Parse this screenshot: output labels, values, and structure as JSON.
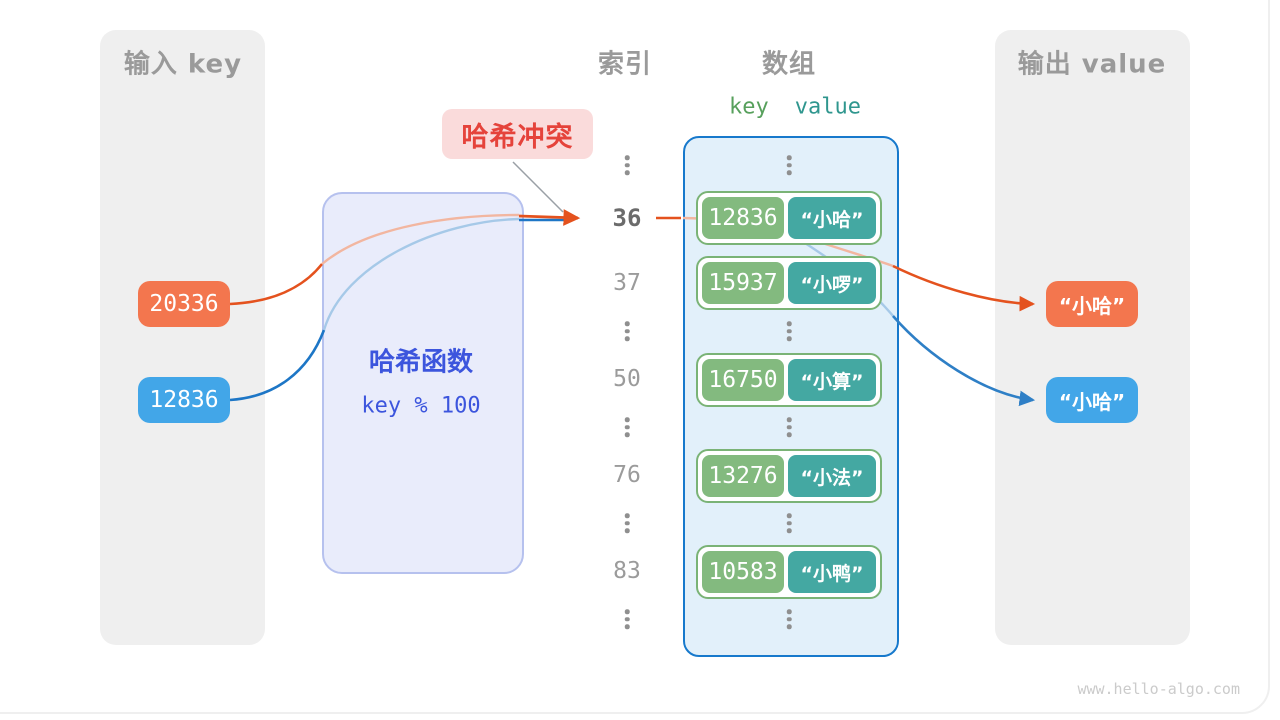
{
  "input_panel": {
    "title": "输入 key",
    "keys": [
      {
        "value": "20336",
        "color": "#f3764e"
      },
      {
        "value": "12836",
        "color": "#42a6e8"
      }
    ]
  },
  "hash_box": {
    "title": "哈希函数",
    "formula": "key % 100"
  },
  "collision_badge": {
    "label": "哈希冲突"
  },
  "index_column": {
    "title": "索引",
    "values": [
      "36",
      "37",
      "50",
      "76",
      "83"
    ],
    "highlighted": "36"
  },
  "array_panel": {
    "title": "数组",
    "key_header": "key",
    "value_header": "value",
    "pairs": [
      {
        "key": "12836",
        "value": "“小哈”"
      },
      {
        "key": "15937",
        "value": "“小啰”"
      },
      {
        "key": "16750",
        "value": "“小算”"
      },
      {
        "key": "13276",
        "value": "“小法”"
      },
      {
        "key": "10583",
        "value": "“小鸭”"
      }
    ]
  },
  "output_panel": {
    "title": "输出 value",
    "values": [
      {
        "text": "“小哈”",
        "color": "#f3764e"
      },
      {
        "text": "“小哈”",
        "color": "#42a6e8"
      }
    ]
  },
  "watermark": {
    "text": "www.hello-algo.com"
  },
  "colors": {
    "orange_line": "#e4521e",
    "blue_line": "#1d76c6",
    "faded_orange": "#f2b6a0",
    "faded_blue": "#a6c9e8",
    "array_border": "#1779cc",
    "hash_text": "#3c55dd",
    "badge_red": "#e5433b",
    "key_green": "#83ba7f",
    "value_teal": "#44a8a2",
    "panel_gray": "#efefef"
  }
}
